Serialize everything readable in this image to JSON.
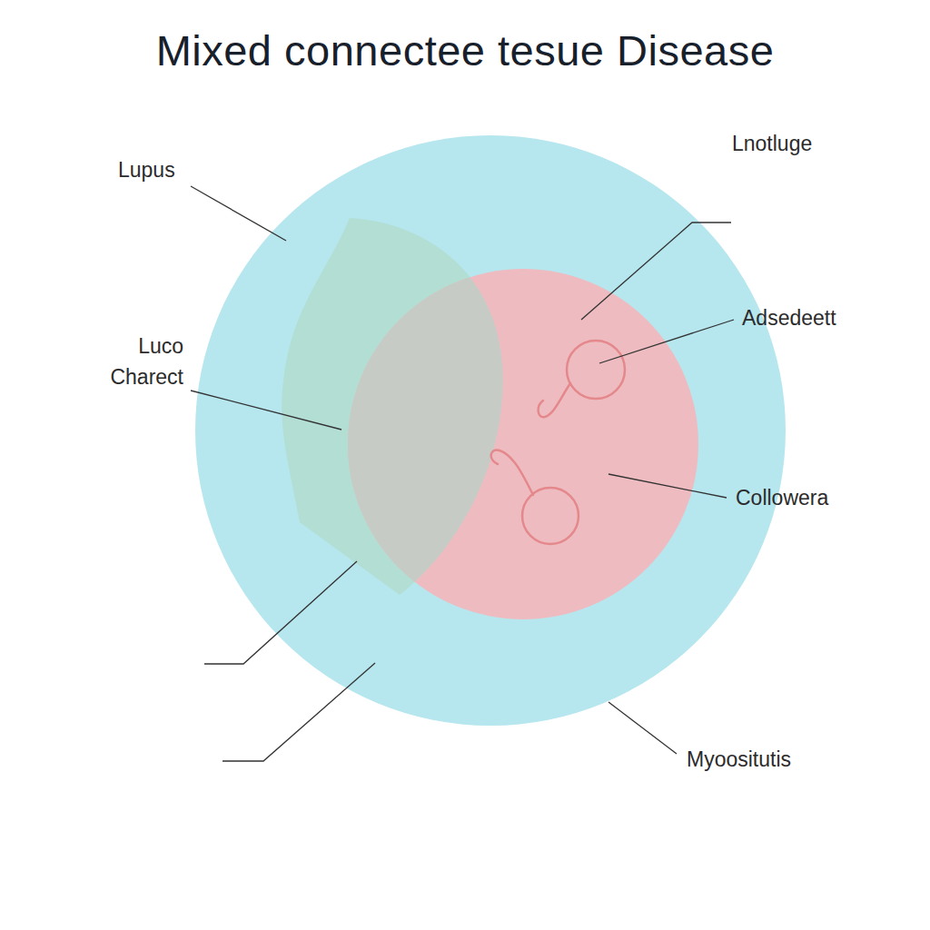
{
  "diagram": {
    "title": "Mixed connectee tesue Disease",
    "labels": [
      "Lupus",
      "Lnotluge",
      "Adsedeett",
      "Luco Charect",
      "Collowera",
      "Myoositutis"
    ]
  }
}
